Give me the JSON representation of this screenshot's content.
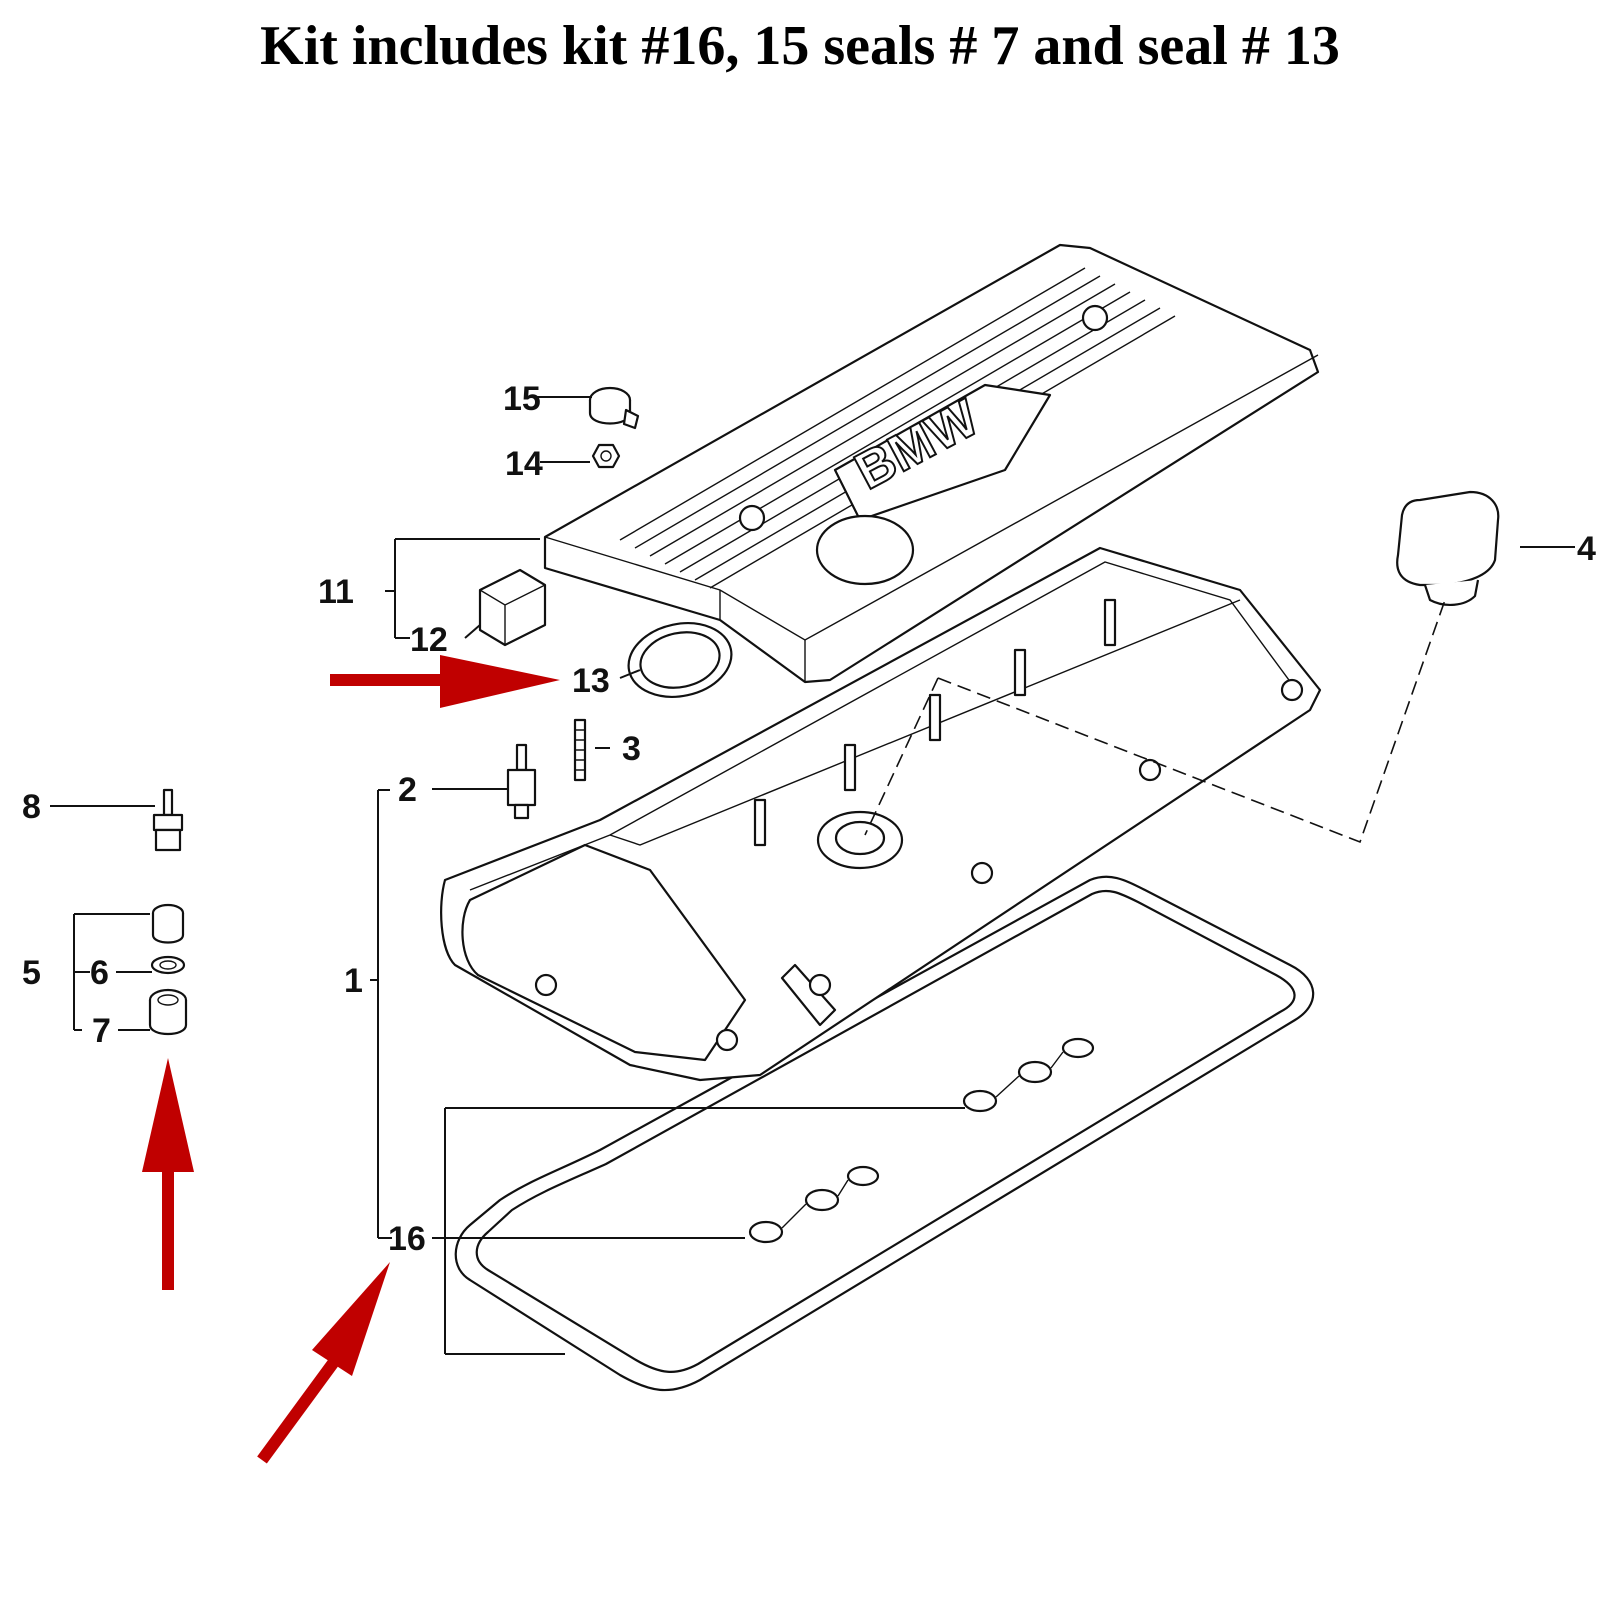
{
  "title": "Kit includes kit #16, 15 seals # 7 and seal # 13",
  "emblem": "BMW",
  "callouts": {
    "c1": "1",
    "c2": "2",
    "c3": "3",
    "c4": "4",
    "c5": "5",
    "c6": "6",
    "c7": "7",
    "c8": "8",
    "c11": "11",
    "c12": "12",
    "c13": "13",
    "c14": "14",
    "c15": "15",
    "c16": "16"
  },
  "colors": {
    "arrow": "#c00000",
    "ink": "#111111",
    "background": "#ffffff"
  }
}
